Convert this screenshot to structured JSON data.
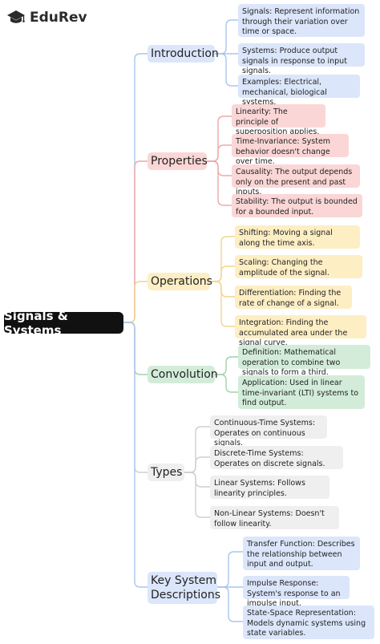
{
  "brand": {
    "name": "EduRev"
  },
  "root": {
    "label": "Signals & Systems"
  },
  "branches": [
    {
      "label": "Introduction",
      "color": "#dbe6fb",
      "line": "#a9c6ef",
      "leaves": [
        "Signals: Represent information through their variation over time or space.",
        "Systems: Produce output signals in response to input signals.",
        "Examples: Electrical, mechanical, biological systems."
      ]
    },
    {
      "label": "Properties",
      "color": "#fbd6d6",
      "line": "#f0a8a8",
      "leaves": [
        "Linearity: The principle of superposition applies.",
        "Time-Invariance: System behavior doesn't change over time.",
        "Causality: The output depends only on the present and past inputs.",
        "Stability: The output is bounded for a bounded input."
      ]
    },
    {
      "label": "Operations",
      "color": "#fdeec4",
      "line": "#f3d58a",
      "leaves": [
        "Shifting: Moving a signal along the time axis.",
        "Scaling: Changing the amplitude of the signal.",
        "Differentiation: Finding the rate of change of a signal.",
        "Integration: Finding the accumulated area under the signal curve."
      ]
    },
    {
      "label": "Convolution",
      "color": "#d3ecd9",
      "line": "#9fd3ac",
      "leaves": [
        "Definition: Mathematical operation to combine two signals to form a third.",
        "Application: Used in linear time-invariant (LTI) systems to find output."
      ]
    },
    {
      "label": "Types",
      "color": "#efefef",
      "line": "#cfcfcf",
      "leaves": [
        "Continuous-Time Systems: Operates on continuous signals.",
        "Discrete-Time Systems: Operates on discrete signals.",
        "Linear Systems: Follows linearity principles.",
        "Non-Linear Systems: Doesn't follow linearity."
      ]
    },
    {
      "label": "Key System Descriptions",
      "color": "#dbe6fb",
      "line": "#a9c6ef",
      "leaves": [
        "Transfer Function: Describes the relationship between input and output.",
        "Impulse Response: System's response to an impulse input.",
        "State-Space Representation: Models dynamic systems using state variables."
      ]
    }
  ]
}
